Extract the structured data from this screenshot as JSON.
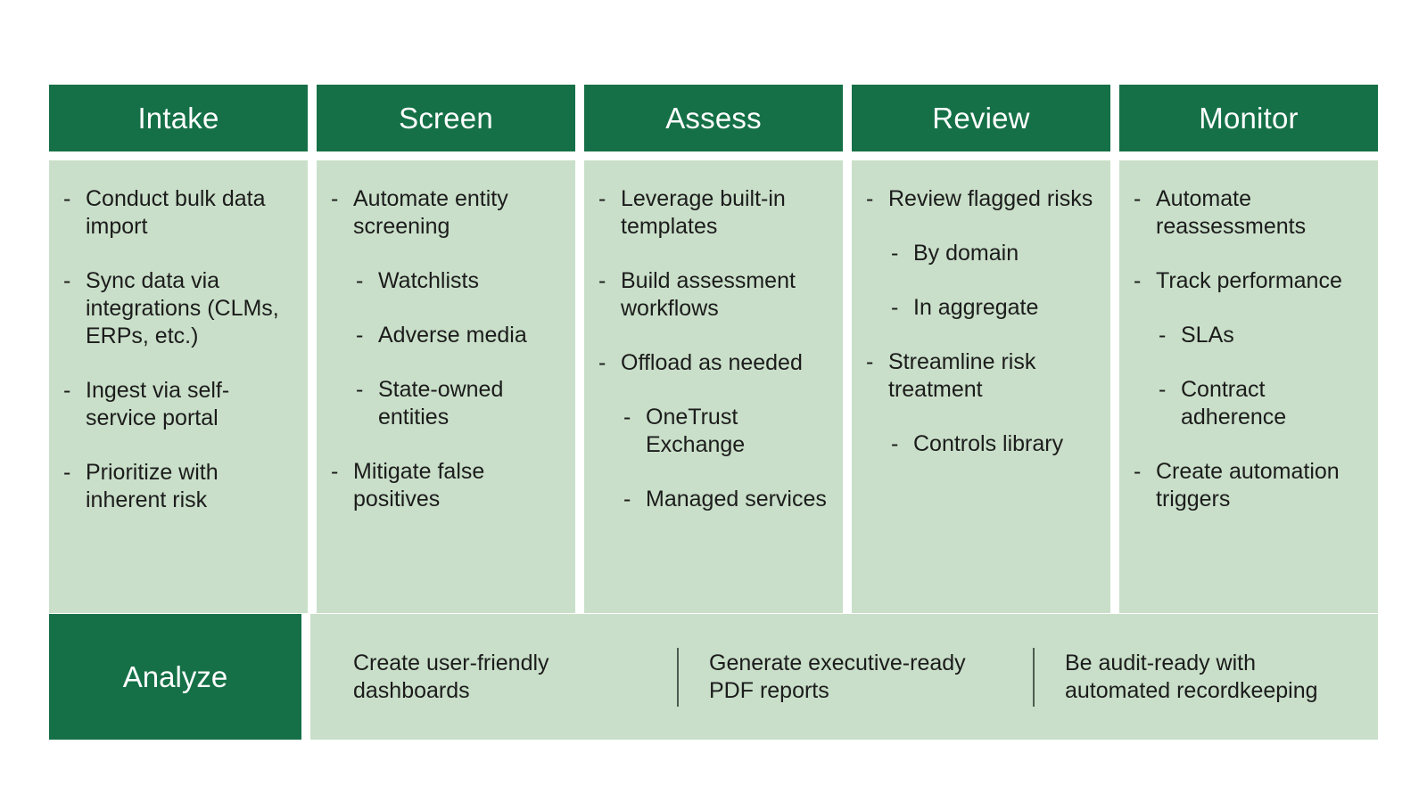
{
  "theme": {
    "header_green": "#157047",
    "body_green": "#c9dfc9",
    "text_dark": "#1c1c1c",
    "header_text": "#ffffff",
    "divider": "#4d5b51",
    "page_background": "#ffffff"
  },
  "stages": [
    {
      "title": "Intake",
      "bullets": [
        {
          "level": 1,
          "text": "Conduct bulk data import"
        },
        {
          "level": 1,
          "text": "Sync data via integrations (CLMs, ERPs, etc.)"
        },
        {
          "level": 1,
          "text": "Ingest via self-service portal"
        },
        {
          "level": 1,
          "text": "Prioritize with inherent risk"
        }
      ]
    },
    {
      "title": "Screen",
      "bullets": [
        {
          "level": 1,
          "text": "Automate entity screening"
        },
        {
          "level": 2,
          "text": "Watchlists"
        },
        {
          "level": 2,
          "text": "Adverse media"
        },
        {
          "level": 2,
          "text": "State-owned entities"
        },
        {
          "level": 1,
          "text": "Mitigate false positives"
        }
      ]
    },
    {
      "title": "Assess",
      "bullets": [
        {
          "level": 1,
          "text": "Leverage built-in templates"
        },
        {
          "level": 1,
          "text": "Build assessment workflows"
        },
        {
          "level": 1,
          "text": "Offload as needed"
        },
        {
          "level": 2,
          "text": "OneTrust Exchange"
        },
        {
          "level": 2,
          "text": "Managed services"
        }
      ]
    },
    {
      "title": "Review",
      "bullets": [
        {
          "level": 1,
          "text": "Review flagged risks"
        },
        {
          "level": 2,
          "text": "By domain"
        },
        {
          "level": 2,
          "text": "In aggregate"
        },
        {
          "level": 1,
          "text": "Streamline risk treatment"
        },
        {
          "level": 2,
          "text": "Controls library"
        }
      ]
    },
    {
      "title": "Monitor",
      "bullets": [
        {
          "level": 1,
          "text": "Automate reassessments"
        },
        {
          "level": 1,
          "text": "Track performance"
        },
        {
          "level": 2,
          "text": "SLAs"
        },
        {
          "level": 2,
          "text": "Contract adherence"
        },
        {
          "level": 1,
          "text": "Create automation triggers"
        }
      ]
    }
  ],
  "bullet_marker": "-",
  "analyze": {
    "title": "Analyze",
    "items": [
      "Create user-friendly dashboards",
      "Generate executive-ready PDF reports",
      "Be audit-ready with automated recordkeeping"
    ]
  }
}
